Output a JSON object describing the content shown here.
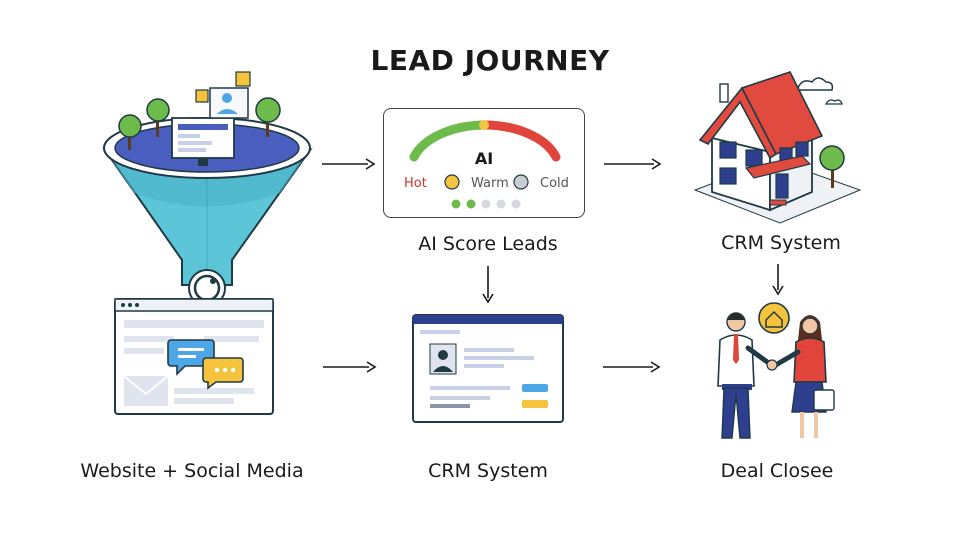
{
  "title": "LEAD JOURNEY",
  "steps": {
    "website": {
      "label": "Website + Social Media"
    },
    "ai_score": {
      "label": "AI Score Leads",
      "gauge_text": "AI",
      "levels": [
        "Hot",
        "Warm",
        "Cold"
      ]
    },
    "crm_top": {
      "label": "CRM System"
    },
    "crm_bottom": {
      "label": "CRM System"
    },
    "deal": {
      "label": "Deal Closee"
    }
  },
  "colors": {
    "funnel": "#5cc6d8",
    "funnel_dark": "#2f96ae",
    "funnel_top": "#4a5ec0",
    "hot": "#e0443a",
    "warm": "#f5c342",
    "cold": "#c8ccd2",
    "green": "#6dbb4a",
    "roof": "#e14b3f",
    "chat_blue": "#4da6e6",
    "chat_yellow": "#f6c33d"
  }
}
